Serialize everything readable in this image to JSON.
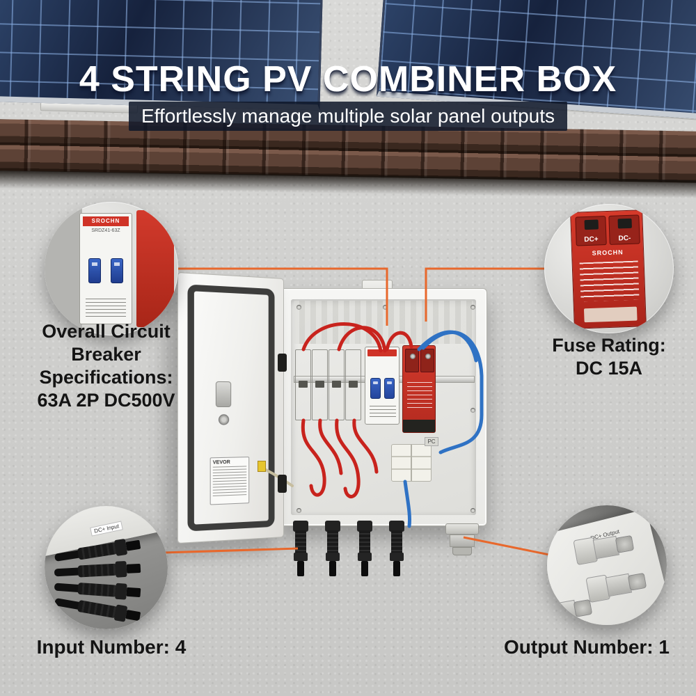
{
  "header": {
    "title": "4 STRING PV COMBINER BOX",
    "subtitle": "Effortlessly manage multiple solar panel outputs"
  },
  "captions": {
    "breaker_lines": [
      "Overall Circuit",
      "Breaker",
      "Specifications:",
      "63A 2P DC500V"
    ],
    "fuse_lines": [
      "Fuse Rating:",
      "DC 15A"
    ],
    "input": "Input Number: 4",
    "output": "Output Number: 1"
  },
  "closeups": {
    "breaker": {
      "brand": "SROCHN",
      "model": "SRDZ41-63Z"
    },
    "surge": {
      "brand": "SROCHN",
      "dc_plus": "DC+",
      "dc_minus": "DC-"
    },
    "input_panel_label": "DC+ Input",
    "output_panel_label": "DC+ Output"
  },
  "box": {
    "door_brand": "VEVOR",
    "surge_tag": "PC"
  },
  "colors": {
    "accent_line": "#e8682c",
    "wire_red": "#c8231d",
    "wire_blue": "#2f72c4",
    "surge_red": "#cf3327",
    "breaker_blue": "#2b55b4",
    "panel_navy": "#16223d",
    "title_text": "#ffffff"
  }
}
